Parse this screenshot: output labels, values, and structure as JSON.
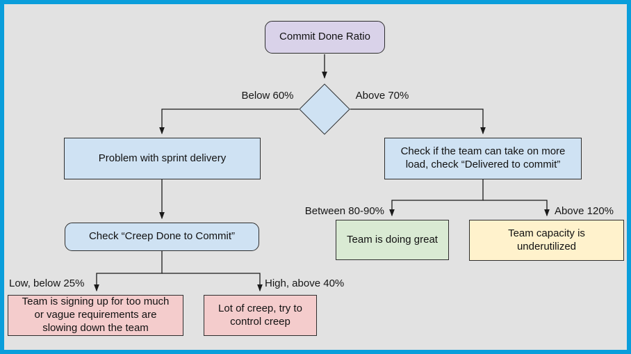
{
  "canvas": {
    "border_color": "#0a9edb",
    "background_color": "#e2e2e2",
    "line_color": "#1a1a1a"
  },
  "nodes": {
    "commit_done_ratio": {
      "label": "Commit Done Ratio",
      "color": "#d9d2e9",
      "shape": "rounded-rectangle"
    },
    "decision_diamond": {
      "label": "",
      "color": "#cfe2f3",
      "shape": "diamond"
    },
    "problem_sprint_delivery": {
      "label": "Problem with sprint delivery",
      "color": "#cfe2f3",
      "shape": "rectangle"
    },
    "check_take_more_load": {
      "label": "Check if the team can take on more\nload, check “Delivered to commit”",
      "color": "#cfe2f3",
      "shape": "rectangle"
    },
    "check_creep_done_to_commit": {
      "label": "Check “Creep Done to Commit”",
      "color": "#cfe2f3",
      "shape": "rounded-rectangle"
    },
    "team_doing_great": {
      "label": "Team is doing great",
      "color": "#d9ead3",
      "shape": "rectangle"
    },
    "team_capacity_underutilized": {
      "label": "Team capacity is\nunderutilized",
      "color": "#fff2cc",
      "shape": "rectangle"
    },
    "signing_up_too_much": {
      "label": "Team is signing up for too much\nor vague requirements are\nslowing down the team",
      "color": "#f4cccc",
      "shape": "rectangle"
    },
    "lot_of_creep": {
      "label": "Lot of creep, try to\ncontrol creep",
      "color": "#f4cccc",
      "shape": "rectangle"
    }
  },
  "edge_labels": {
    "below_60": "Below 60%",
    "above_70": "Above 70%",
    "low_below_25": "Low, below 25%",
    "high_above_40": "High, above 40%",
    "between_80_90": "Between 80-90%",
    "above_120": "Above 120%"
  }
}
